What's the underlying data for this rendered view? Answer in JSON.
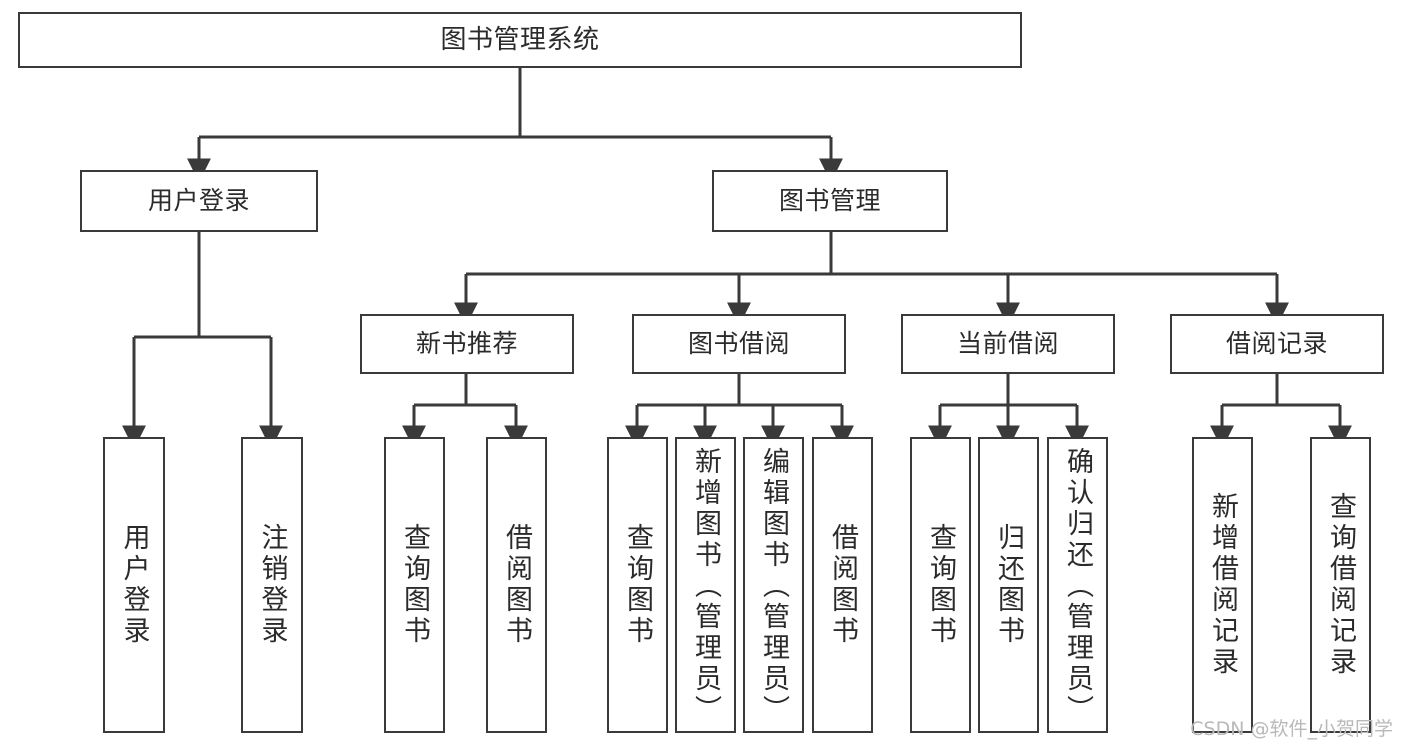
{
  "diagram": {
    "title": "图书管理系统",
    "type": "tree",
    "orientation": "top-down",
    "line_color": "#3a3a3a",
    "box_fill": "#ffffff",
    "text_color": "#2b2b2b",
    "nodes": {
      "root": {
        "label": "图书管理系统"
      },
      "level2": [
        {
          "label": "用户登录"
        },
        {
          "label": "图书管理"
        }
      ],
      "level3": [
        {
          "label": "新书推荐"
        },
        {
          "label": "图书借阅"
        },
        {
          "label": "当前借阅"
        },
        {
          "label": "借阅记录"
        }
      ],
      "leaves": {
        "user_login": [
          {
            "label": "用户登录"
          },
          {
            "label": "注销登录"
          }
        ],
        "new_books": [
          {
            "label": "查询图书"
          },
          {
            "label": "借阅图书"
          }
        ],
        "book_borrow": [
          {
            "label": "查询图书"
          },
          {
            "label": "新增图书（管理员）"
          },
          {
            "label": "编辑图书（管理员）"
          },
          {
            "label": "借阅图书"
          }
        ],
        "current_borrow": [
          {
            "label": "查询图书"
          },
          {
            "label": "归还图书"
          },
          {
            "label": "确认归还（管理员）"
          }
        ],
        "borrow_records": [
          {
            "label": "新增借阅记录"
          },
          {
            "label": "查询借阅记录"
          }
        ]
      }
    }
  },
  "watermark": {
    "text": "CSDN @软件_小贺同学"
  }
}
